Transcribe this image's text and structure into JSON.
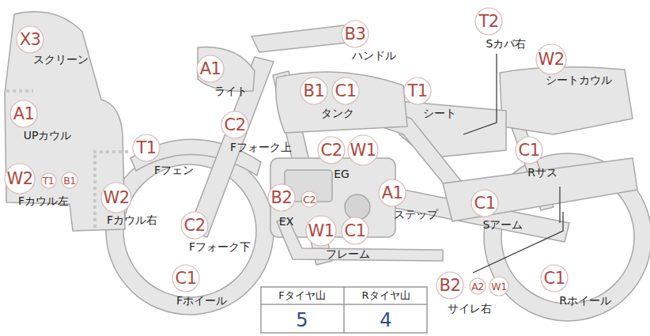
{
  "diagram": {
    "nodes": [
      {
        "text": [
          "X3"
        ]
      },
      {
        "text": [
          "A1"
        ]
      },
      {
        "text": [
          "B3"
        ]
      },
      {
        "text": [
          "T2"
        ]
      },
      {
        "text": [
          "W2"
        ]
      },
      {
        "text": [
          "B1"
        ]
      },
      {
        "text": [
          "C1"
        ]
      },
      {
        "text": [
          "T1"
        ]
      },
      {
        "text": [
          "A1"
        ]
      },
      {
        "text": [
          "C2"
        ]
      },
      {
        "text": [
          "T1"
        ]
      },
      {
        "text": [
          "C2"
        ]
      },
      {
        "text": [
          "W1"
        ]
      },
      {
        "text": [
          "C1"
        ]
      },
      {
        "text": [
          "W2"
        ]
      },
      {
        "text": [
          "T1"
        ]
      },
      {
        "text": [
          "B1"
        ]
      },
      {
        "text": [
          "W2"
        ]
      },
      {
        "text": [
          "B2"
        ]
      },
      {
        "text": [
          "C2"
        ]
      },
      {
        "text": [
          "A1"
        ]
      },
      {
        "text": [
          "C1"
        ]
      },
      {
        "text": [
          "C2"
        ]
      },
      {
        "text": [
          "W1"
        ]
      },
      {
        "text": [
          "C1"
        ]
      },
      {
        "text": [
          "C1"
        ]
      },
      {
        "text": [
          "B2"
        ]
      },
      {
        "text": [
          "A2"
        ]
      },
      {
        "text": [
          "W1"
        ]
      },
      {
        "text": [
          "C1"
        ]
      }
    ],
    "labels": [
      "スクリーン",
      "ライト",
      "ハンドル",
      "Sカバ右",
      "シートカウル",
      "タンク",
      "シート",
      "UPカウル",
      "Fフォーク上",
      "Fフェン",
      "EG",
      "Rサス",
      "Fカウル左",
      "Fカウル右",
      "EX",
      "ステップ",
      "Sアーム",
      "Fフォーク下",
      "フレーム",
      "Fホイール",
      "サイレ右",
      "Rホイール",
      "Fタイヤ山",
      "Rタイヤ山",
      "5",
      "4"
    ]
  }
}
